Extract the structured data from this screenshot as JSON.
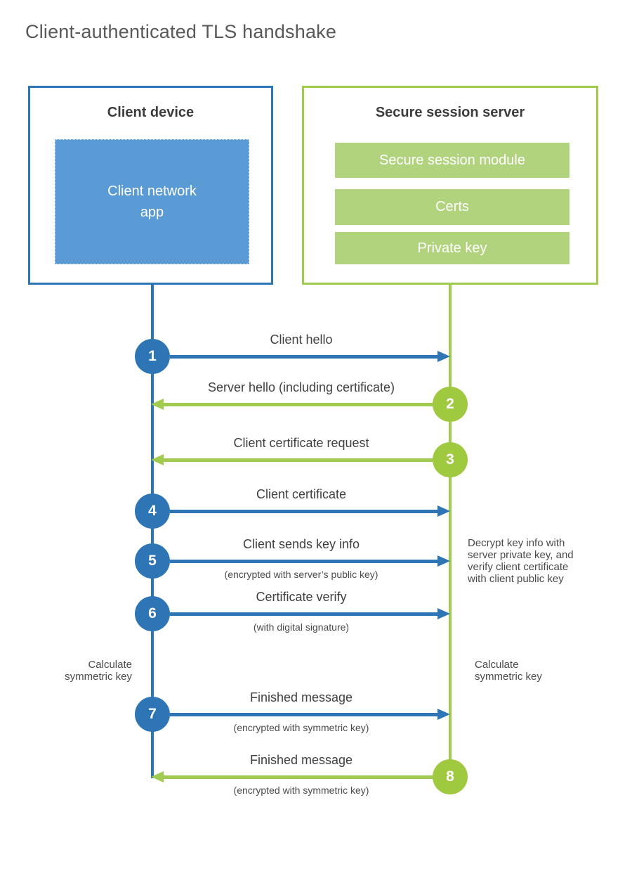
{
  "page": {
    "title": "Client-authenticated TLS handshake"
  },
  "colors": {
    "blue": "#2E75B6",
    "blue_fill": "#5B9BD5",
    "green": "#A0CB4E",
    "green_circle": "#9FC93F",
    "green_fill": "#B1D37D"
  },
  "client": {
    "title": "Client device",
    "app_label": "Client network\napp"
  },
  "server": {
    "title": "Secure session server",
    "modules": [
      "Secure session module",
      "Certs",
      "Private key"
    ]
  },
  "flow": {
    "steps": [
      {
        "num": "1",
        "side": "client",
        "label": "Client hello"
      },
      {
        "num": "2",
        "side": "server",
        "label": "Server hello (including certificate)"
      },
      {
        "num": "3",
        "side": "server",
        "label": "Client certificate request"
      },
      {
        "num": "4",
        "side": "client",
        "label": "Client certificate"
      },
      {
        "num": "5",
        "side": "client",
        "label": "Client sends key info",
        "sublabel": "(encrypted with server’s public key)"
      },
      {
        "num": "6",
        "side": "client",
        "label": "Certificate verify",
        "sublabel": "(with digital signature)"
      },
      {
        "num": "7",
        "side": "client",
        "label": "Finished message",
        "sublabel": "(encrypted with symmetric key)"
      },
      {
        "num": "8",
        "side": "server",
        "label": "Finished message",
        "sublabel": "(encrypted with symmetric key)"
      }
    ]
  },
  "notes": {
    "decrypt": "Decrypt key info with\nserver private key, and\nverify client certificate\nwith client public key",
    "calc_left": "Calculate\nsymmetric key",
    "calc_right": "Calculate\nsymmetric key"
  }
}
